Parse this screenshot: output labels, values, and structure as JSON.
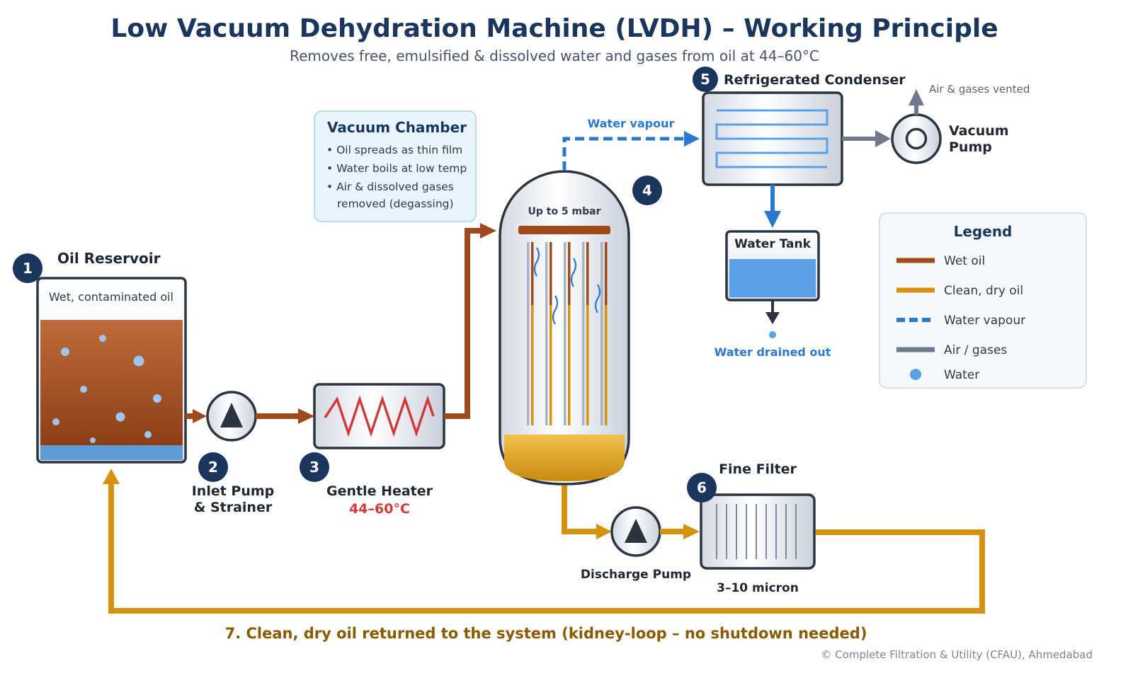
{
  "title": "Low Vacuum Dehydration Machine (LVDH) – Working Principle",
  "subtitle": "Removes free, emulsified & dissolved water and gases from oil at 44–60°C",
  "steps": {
    "s1": {
      "num": "1",
      "label": "Oil Reservoir",
      "note": "Wet, contaminated oil"
    },
    "s2": {
      "num": "2",
      "label_l1": "Inlet Pump",
      "label_l2": "& Strainer"
    },
    "s3": {
      "num": "3",
      "label": "Gentle Heater",
      "temp": "44–60°C"
    },
    "s4": {
      "num": "4",
      "pressure": "Up to 5 mbar"
    },
    "s5": {
      "num": "5",
      "label": "Refrigerated Condenser"
    },
    "s6": {
      "num": "6",
      "label": "Fine Filter",
      "spec": "3–10 micron"
    }
  },
  "vacuum_chamber": {
    "title": "Vacuum Chamber",
    "bullets": [
      "• Oil spreads as thin film",
      "• Water boils at low temp",
      "• Air & dissolved gases"
    ],
    "bullet_cont": "removed (degassing)"
  },
  "water_vapour_label": "Water vapour",
  "air_vented_label": "Air & gases vented",
  "vacuum_pump": {
    "l1": "Vacuum",
    "l2": "Pump"
  },
  "water_tank": {
    "label": "Water Tank",
    "drain_label": "Water drained out"
  },
  "discharge_pump_label": "Discharge Pump",
  "return_label": "7. Clean, dry oil returned to the system (kidney-loop – no shutdown needed)",
  "footer": "© Complete Filtration & Utility (CFAU), Ahmedabad",
  "legend": {
    "title": "Legend",
    "items": [
      {
        "label": "Wet oil",
        "kind": "line",
        "color": "#a04a1c"
      },
      {
        "label": "Clean, dry oil",
        "kind": "line",
        "color": "#d4920f"
      },
      {
        "label": "Water vapour",
        "kind": "dash",
        "color": "#2a78cf"
      },
      {
        "label": "Air / gases",
        "kind": "line",
        "color": "#6f7a8c"
      },
      {
        "label": "Water",
        "kind": "dot",
        "color": "#5aa0e6"
      }
    ]
  },
  "colors": {
    "wet_oil": "#a04a1c",
    "dry_oil": "#d4920f",
    "water_vapour": "#2a78cf",
    "air": "#6f7a8c",
    "water": "#5aa0e6",
    "badge": "#1b365d",
    "heater_coil": "#d23a3a"
  }
}
